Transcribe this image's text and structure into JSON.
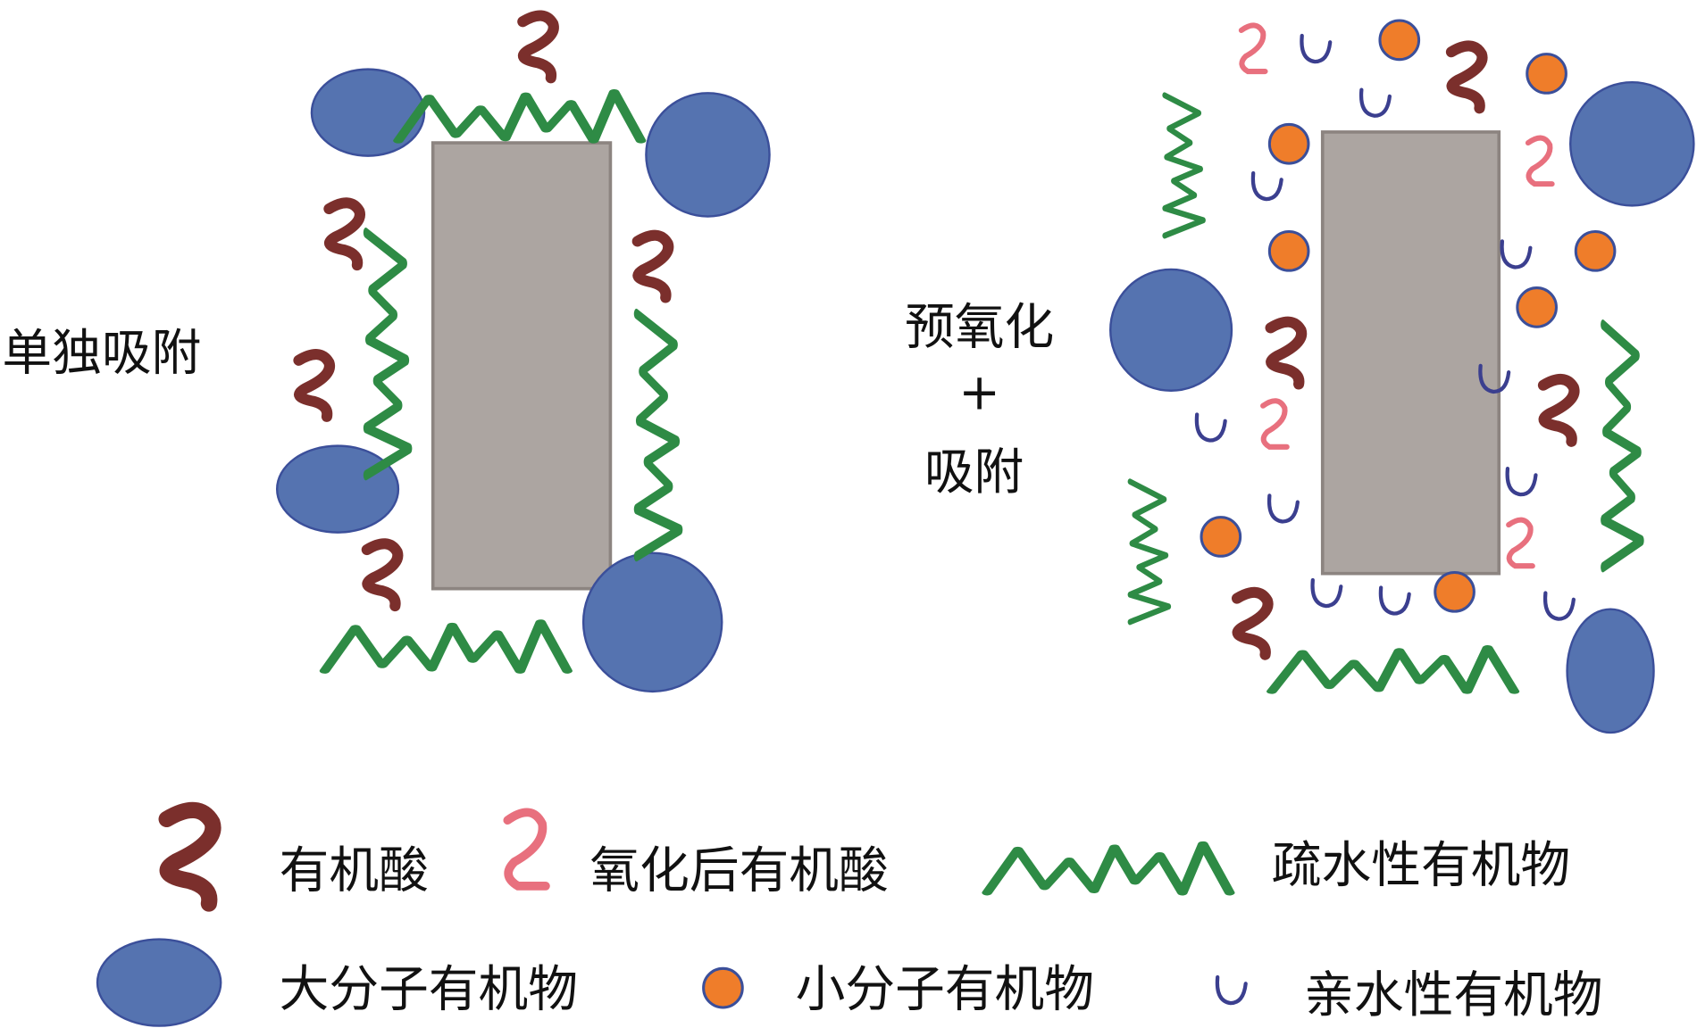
{
  "labels": {
    "single_adsorption": "单独吸附",
    "preox_line1": "预氧化",
    "preox_plus": "+",
    "preox_line2": "吸附"
  },
  "legend": {
    "organic_acid": "有机酸",
    "oxidized_acid": "氧化后有机酸",
    "hydrophobic": "疏水性有机物",
    "macromolecule": "大分子有机物",
    "small_molecule": "小分子有机物",
    "hydrophilic": "亲水性有机物"
  },
  "colors": {
    "acid": "#7b2f2c",
    "oxidized_acid": "#e8707e",
    "hydrophobic": "#2e8b45",
    "macro": "#5573b0",
    "small": "#ef7d2a",
    "hydrophilic": "#3b3f8f",
    "particle": "#aca5a1"
  }
}
